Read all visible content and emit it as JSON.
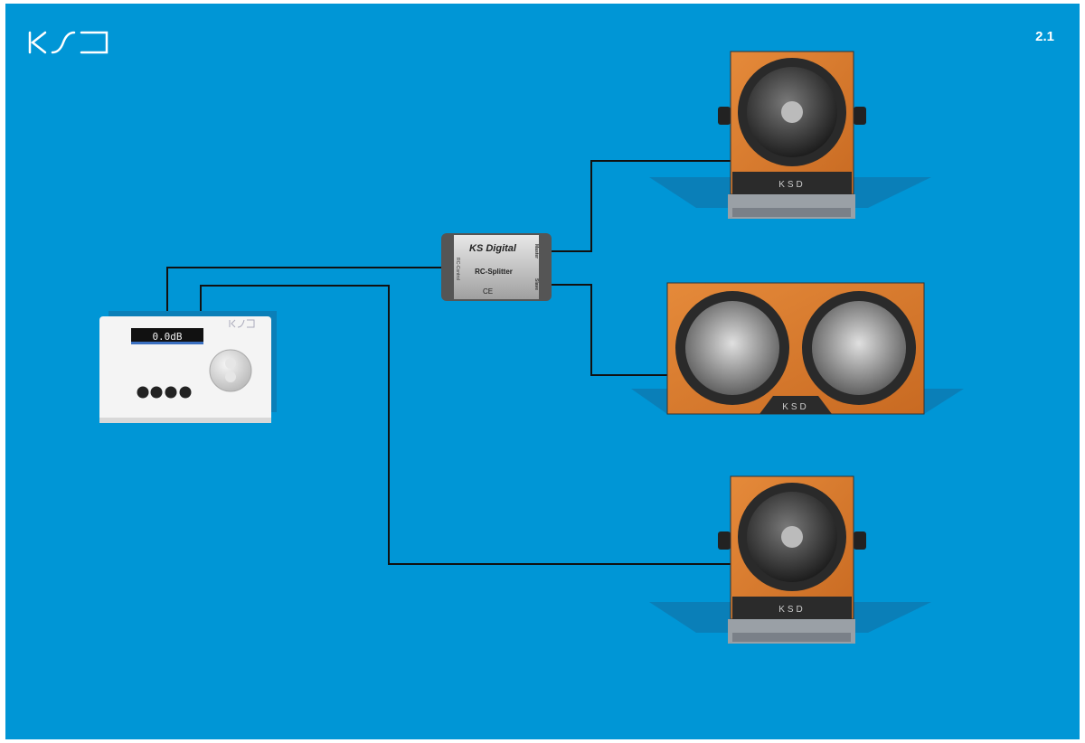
{
  "brand": {
    "logo": "KSD"
  },
  "page_number": "2.1",
  "colors": {
    "background": "#0096d6",
    "cable": "#111111",
    "wood": "#d97a2c"
  },
  "controller": {
    "display_value": "0.0dB",
    "logo": "KSD"
  },
  "splitter": {
    "brand": "KS Digital",
    "name": "RC-Splitter",
    "port_in": "RC-Control",
    "port_master": "Master",
    "port_slave": "Slave",
    "mark": "CE"
  },
  "speakers": [
    {
      "id": "monitor-top",
      "logo": "KSD"
    },
    {
      "id": "subwoofer",
      "logo": "KSD"
    },
    {
      "id": "monitor-bottom",
      "logo": "KSD"
    }
  ]
}
